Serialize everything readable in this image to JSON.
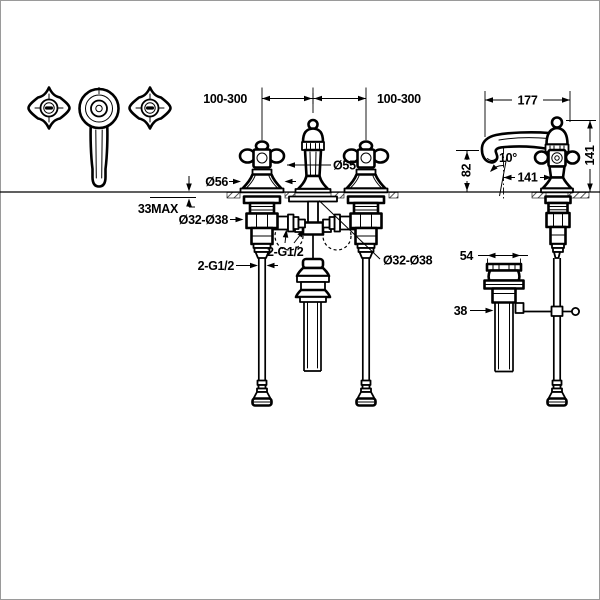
{
  "colors": {
    "line": "#000000",
    "background": "#ffffff",
    "frame": "#9a9a9a"
  },
  "labels": {
    "spread_left": "100-300",
    "spread_right": "100-300",
    "spout_reach_overall": "177",
    "height_above_deck": "141",
    "spout_angle": "10°",
    "outlet_height": "82",
    "spout_reach_center": "141",
    "handle_base_diameter": "Ø56",
    "spout_base_diameter": "Ø55",
    "deck_thickness_max": "33MAX",
    "mounting_hole_left": "Ø32-Ø38",
    "hose_connections_center": "2-G1/2",
    "inlet_connections_left": "2-G1/2",
    "drain_hole_right": "Ø32-Ø38",
    "drain_flange_width": "54",
    "drain_pipe_width": "38"
  }
}
